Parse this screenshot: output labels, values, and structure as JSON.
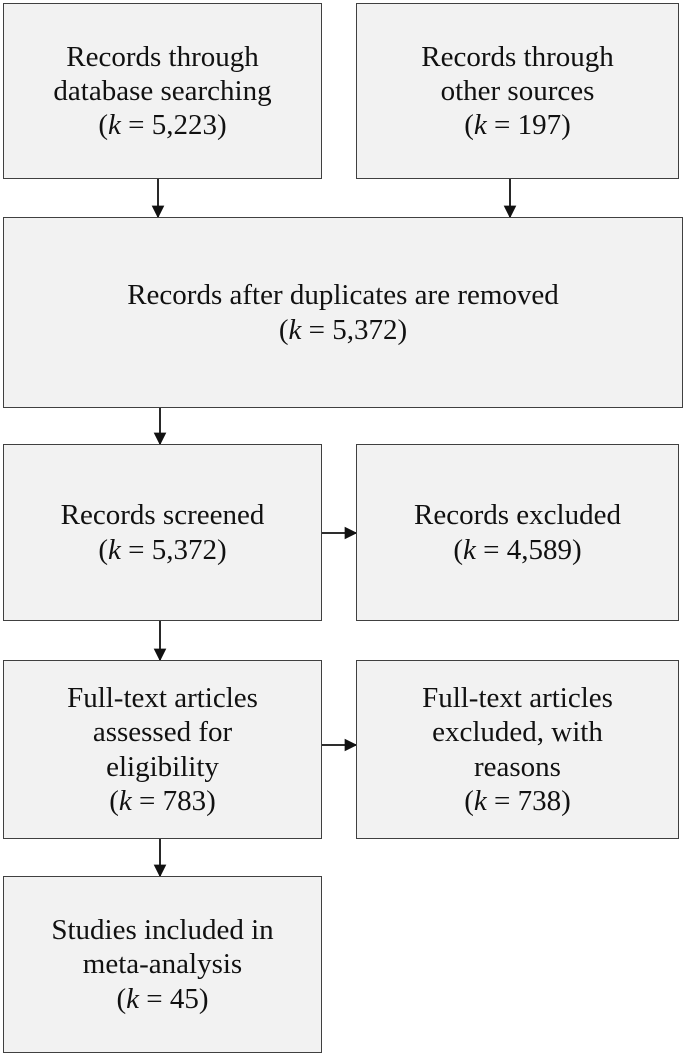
{
  "count_symbol": "k",
  "boxes": {
    "db_search": {
      "lines": [
        "Records through",
        "database searching"
      ],
      "count": "5,223"
    },
    "other_sources": {
      "lines": [
        "Records through",
        "other sources"
      ],
      "count": "197"
    },
    "after_duplicates": {
      "lines": [
        "Records after duplicates are removed"
      ],
      "count": "5,372"
    },
    "screened": {
      "lines": [
        "Records screened"
      ],
      "count": "5,372"
    },
    "excluded": {
      "lines": [
        "Records excluded"
      ],
      "count": "4,589"
    },
    "fulltext_assessed": {
      "lines": [
        "Full-text articles",
        "assessed for",
        "eligibility"
      ],
      "count": "783"
    },
    "fulltext_excluded": {
      "lines": [
        "Full-text articles",
        "excluded, with",
        "reasons"
      ],
      "count": "738"
    },
    "included": {
      "lines": [
        "Studies included in",
        "meta-analysis"
      ],
      "count": "45"
    }
  }
}
